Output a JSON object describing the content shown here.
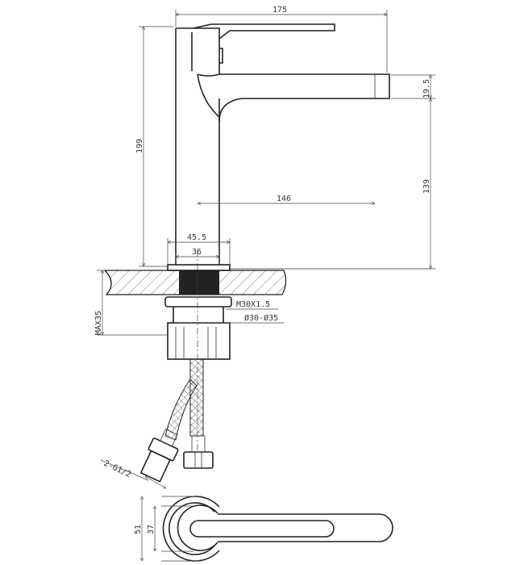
{
  "dimensions": {
    "overall_length": "175",
    "overall_height": "199",
    "spout_height": "19.5",
    "spout_clearance": "139",
    "spout_reach": "146",
    "base_diameter": "45.5",
    "body_width": "36",
    "thread": "M30X1.5",
    "hole_diameter": "Ø30-Ø35",
    "max_counter_thickness": "MAX35",
    "hose_connection": "2-G1/2",
    "top_view_outer": "51",
    "top_view_inner": "37"
  }
}
